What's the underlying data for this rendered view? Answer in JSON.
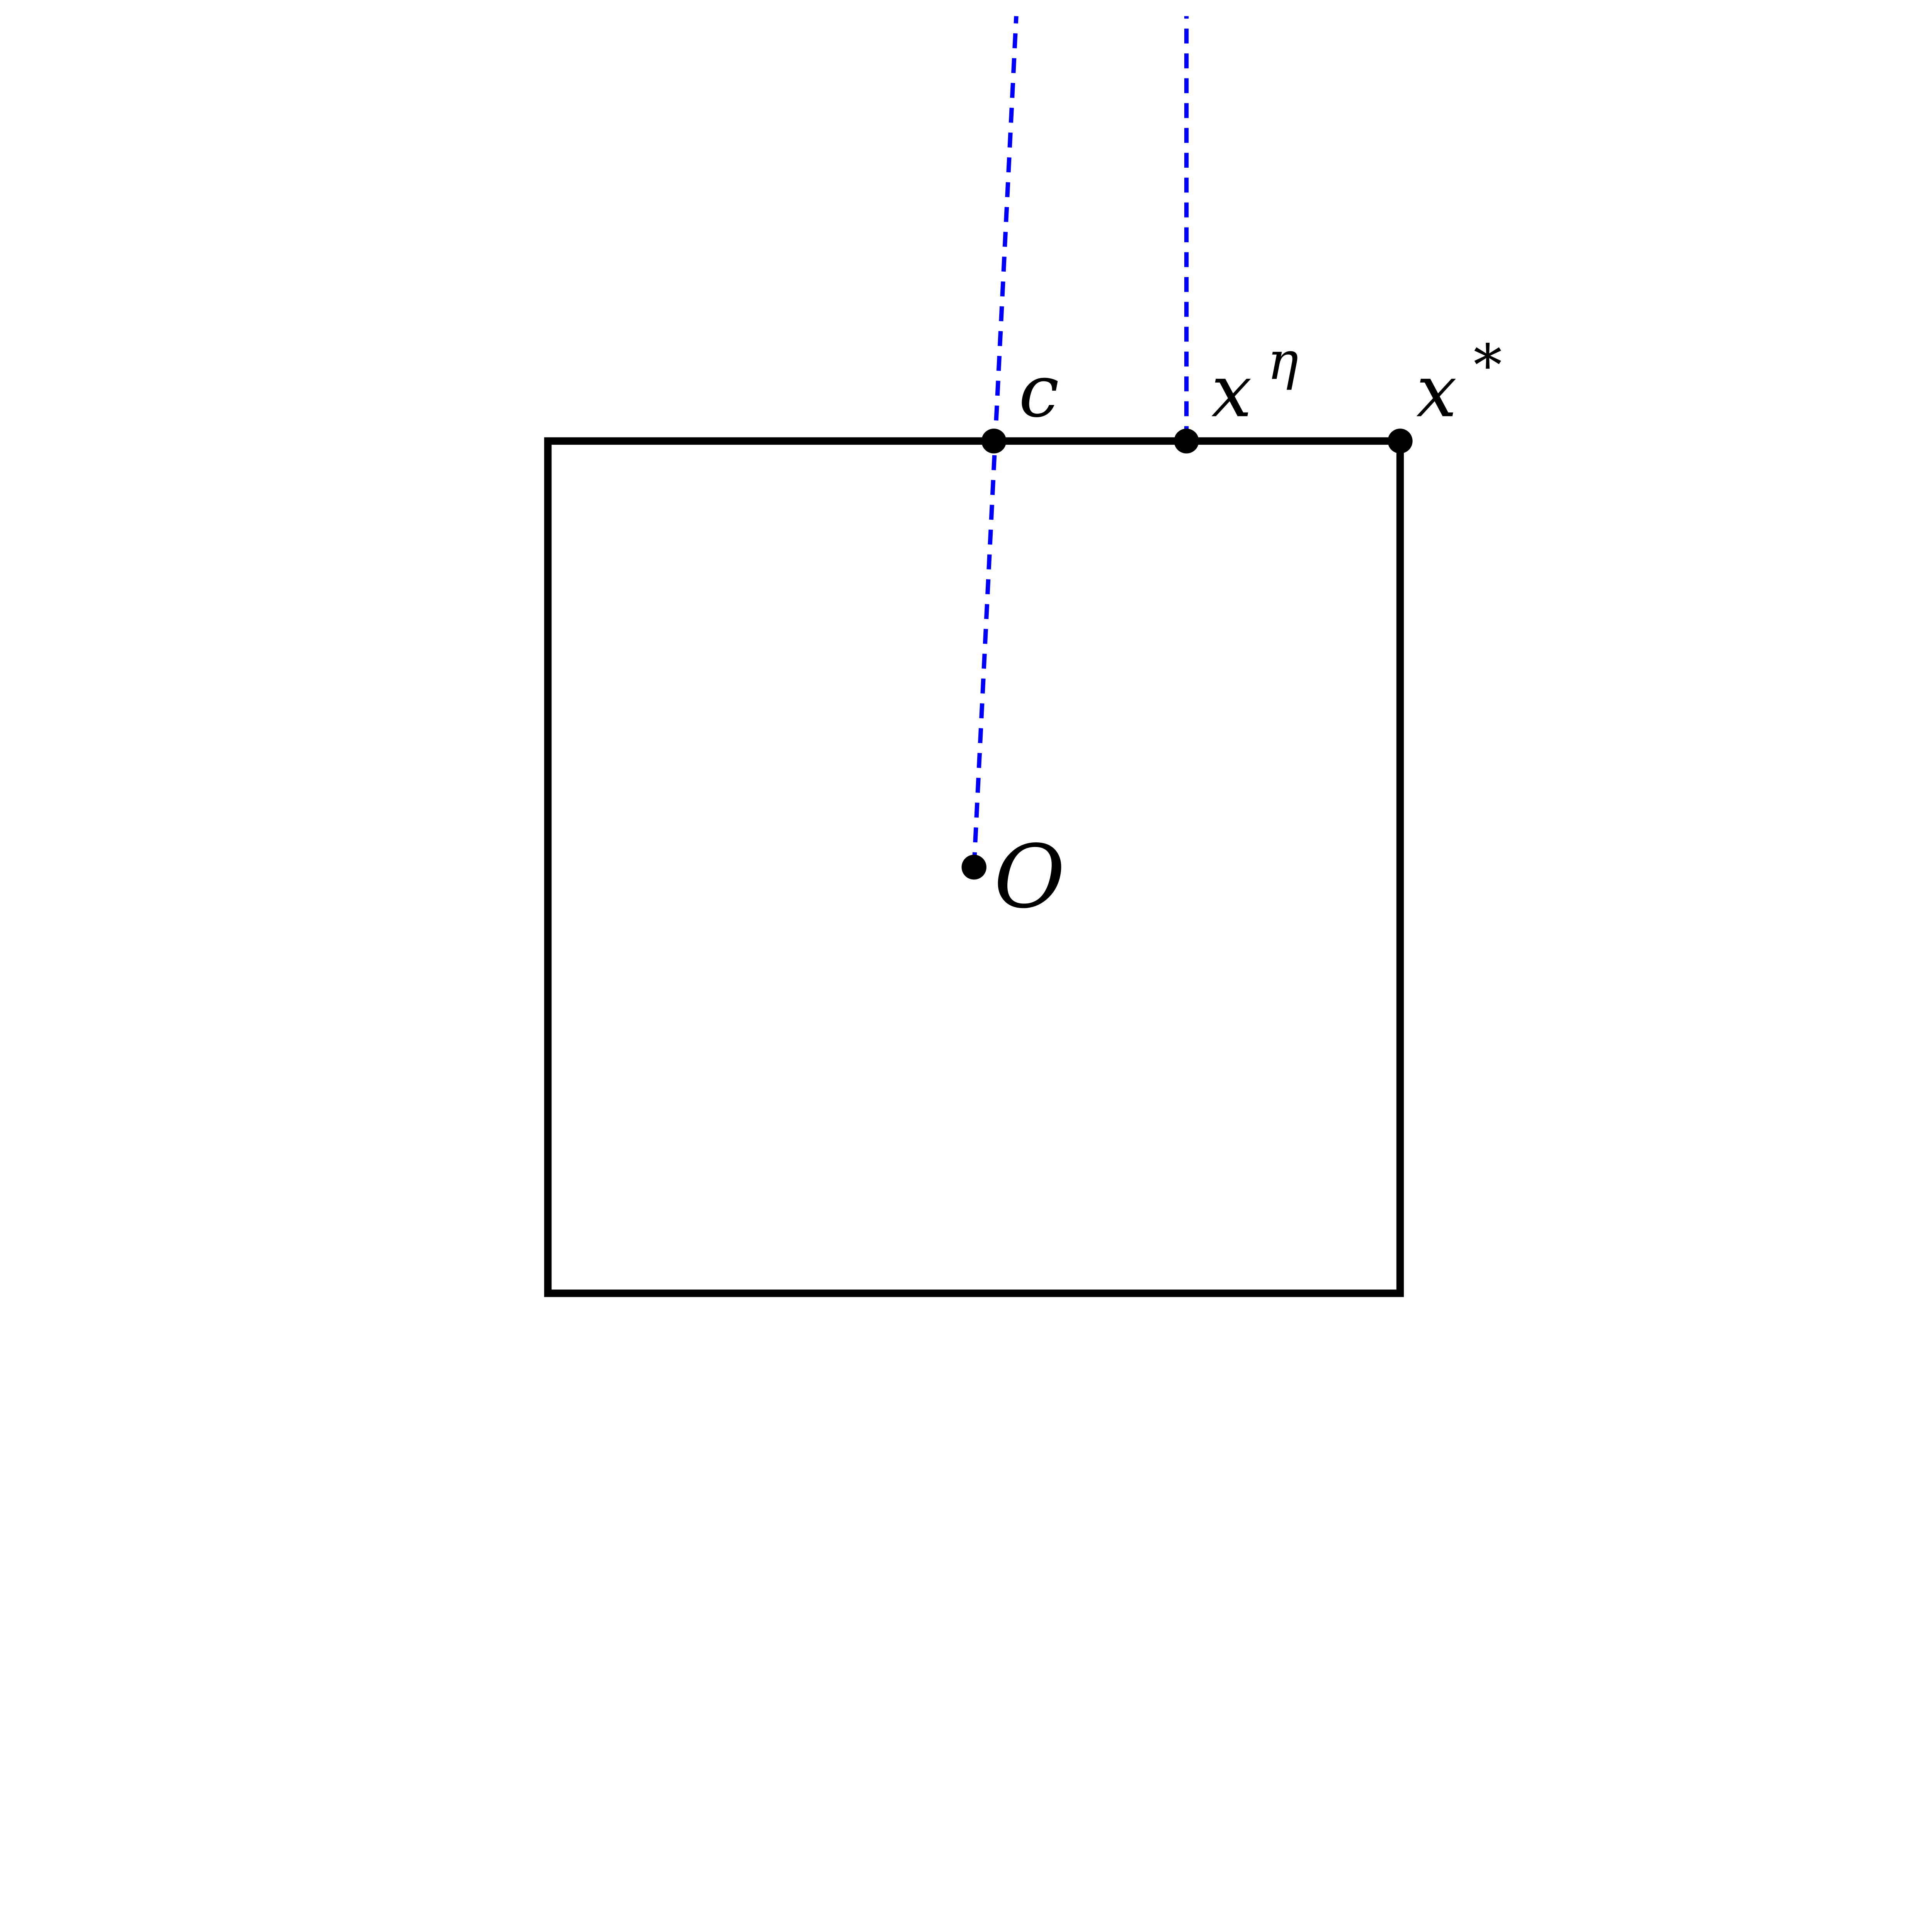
{
  "diagram": {
    "colors": {
      "shape": "#000000",
      "dashed_lines": "#0000ff",
      "background": "#ffffff"
    },
    "labels": {
      "c": "c",
      "x_eta_base": "x",
      "x_eta_sup": "η",
      "x_star_base": "x",
      "x_star_sup": "*",
      "origin": "O"
    }
  }
}
